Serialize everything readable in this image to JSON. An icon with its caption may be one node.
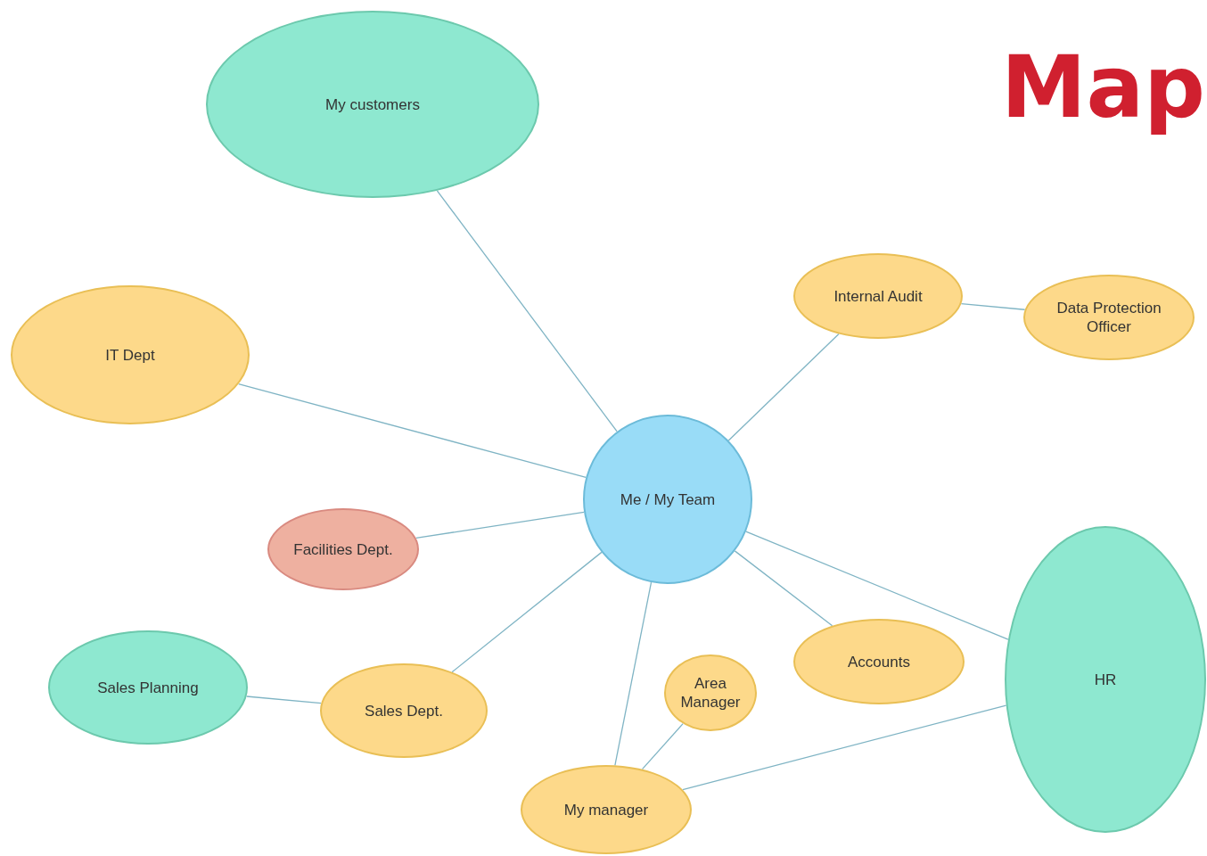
{
  "diagram": {
    "title": "Map",
    "nodes": [
      {
        "text": [
          "My customers"
        ]
      },
      {
        "text": [
          "Internal Audit"
        ]
      },
      {
        "text": [
          "Data Protection Officer"
        ]
      },
      {
        "text": [
          "IT Dept"
        ]
      },
      {
        "text": [
          "Me / My Team"
        ]
      },
      {
        "text": [
          "Facilities Dept."
        ]
      },
      {
        "text": [
          "Sales Planning"
        ]
      },
      {
        "text": [
          "Sales Dept."
        ]
      },
      {
        "text": [
          "Area Manager"
        ]
      },
      {
        "text": [
          "Accounts"
        ]
      },
      {
        "text": [
          "HR"
        ]
      },
      {
        "text": [
          "My manager"
        ]
      }
    ],
    "edges": [
      {
        "from": 0,
        "to": 4,
        "arrow": "none"
      },
      {
        "from": 3,
        "to": 4,
        "arrow": "none"
      },
      {
        "from": 1,
        "to": 4,
        "arrow": "none"
      },
      {
        "from": 1,
        "to": 2,
        "arrow": "none"
      },
      {
        "from": 5,
        "to": 4,
        "arrow": "none"
      },
      {
        "from": 7,
        "to": 4,
        "arrow": "none"
      },
      {
        "from": 6,
        "to": 7,
        "arrow": "none"
      },
      {
        "from": 11,
        "to": 4,
        "arrow": "none"
      },
      {
        "from": 8,
        "to": 11,
        "arrow": "none"
      },
      {
        "from": 9,
        "to": 4,
        "arrow": "none"
      },
      {
        "from": 10,
        "to": 4,
        "arrow": "none"
      },
      {
        "from": 11,
        "to": 10,
        "arrow": "none"
      }
    ]
  }
}
